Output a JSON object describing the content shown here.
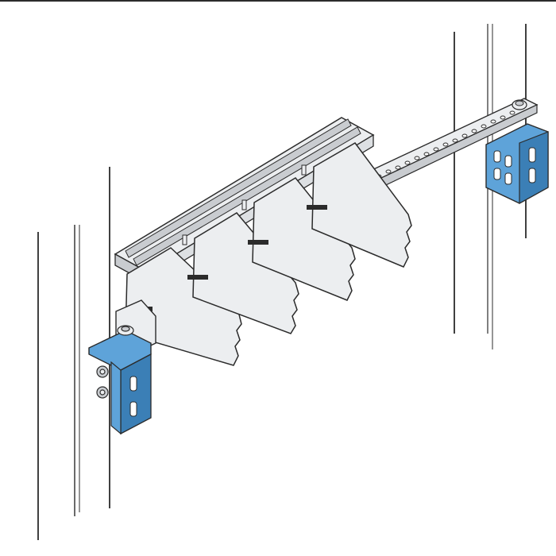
{
  "colors": {
    "background": "#ffffff",
    "line": "#2b2b2b",
    "metal_fill": "#eceef0",
    "metal_shade": "#c9ccd0",
    "bracket_blue": "#5ea3d9",
    "bracket_dark": "#3b7fb6"
  },
  "illustration": {
    "components": [
      {
        "name": "mounting-rail",
        "icon": "perforated-rail-icon"
      },
      {
        "name": "busbar-support",
        "icon": "comb-support-icon"
      },
      {
        "name": "partition-plate",
        "count": 4,
        "icon": "toothed-plate-icon"
      },
      {
        "name": "left-bracket",
        "color": "#5ea3d9",
        "icon": "angle-bracket-icon"
      },
      {
        "name": "right-bracket",
        "color": "#5ea3d9",
        "icon": "angle-bracket-icon"
      }
    ],
    "text": []
  }
}
